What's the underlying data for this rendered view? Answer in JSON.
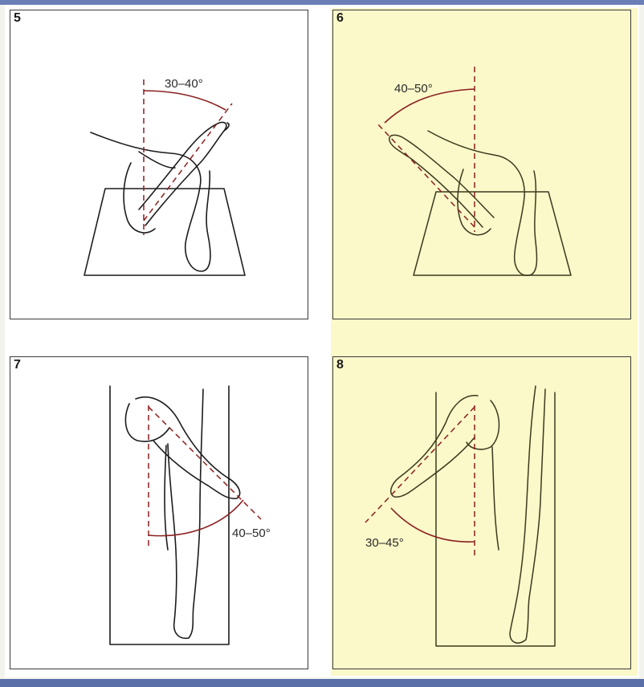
{
  "panels": [
    {
      "number": "5",
      "angle": "30–40°"
    },
    {
      "number": "6",
      "angle": "40–50°"
    },
    {
      "number": "7",
      "angle": "40–50°"
    },
    {
      "number": "8",
      "angle": "30–45°"
    }
  ],
  "colors": {
    "frame": "#6a7fb6",
    "tint": "#fbf8c9",
    "dash": "#8a1f1f",
    "ink": "#1c1c1c"
  }
}
